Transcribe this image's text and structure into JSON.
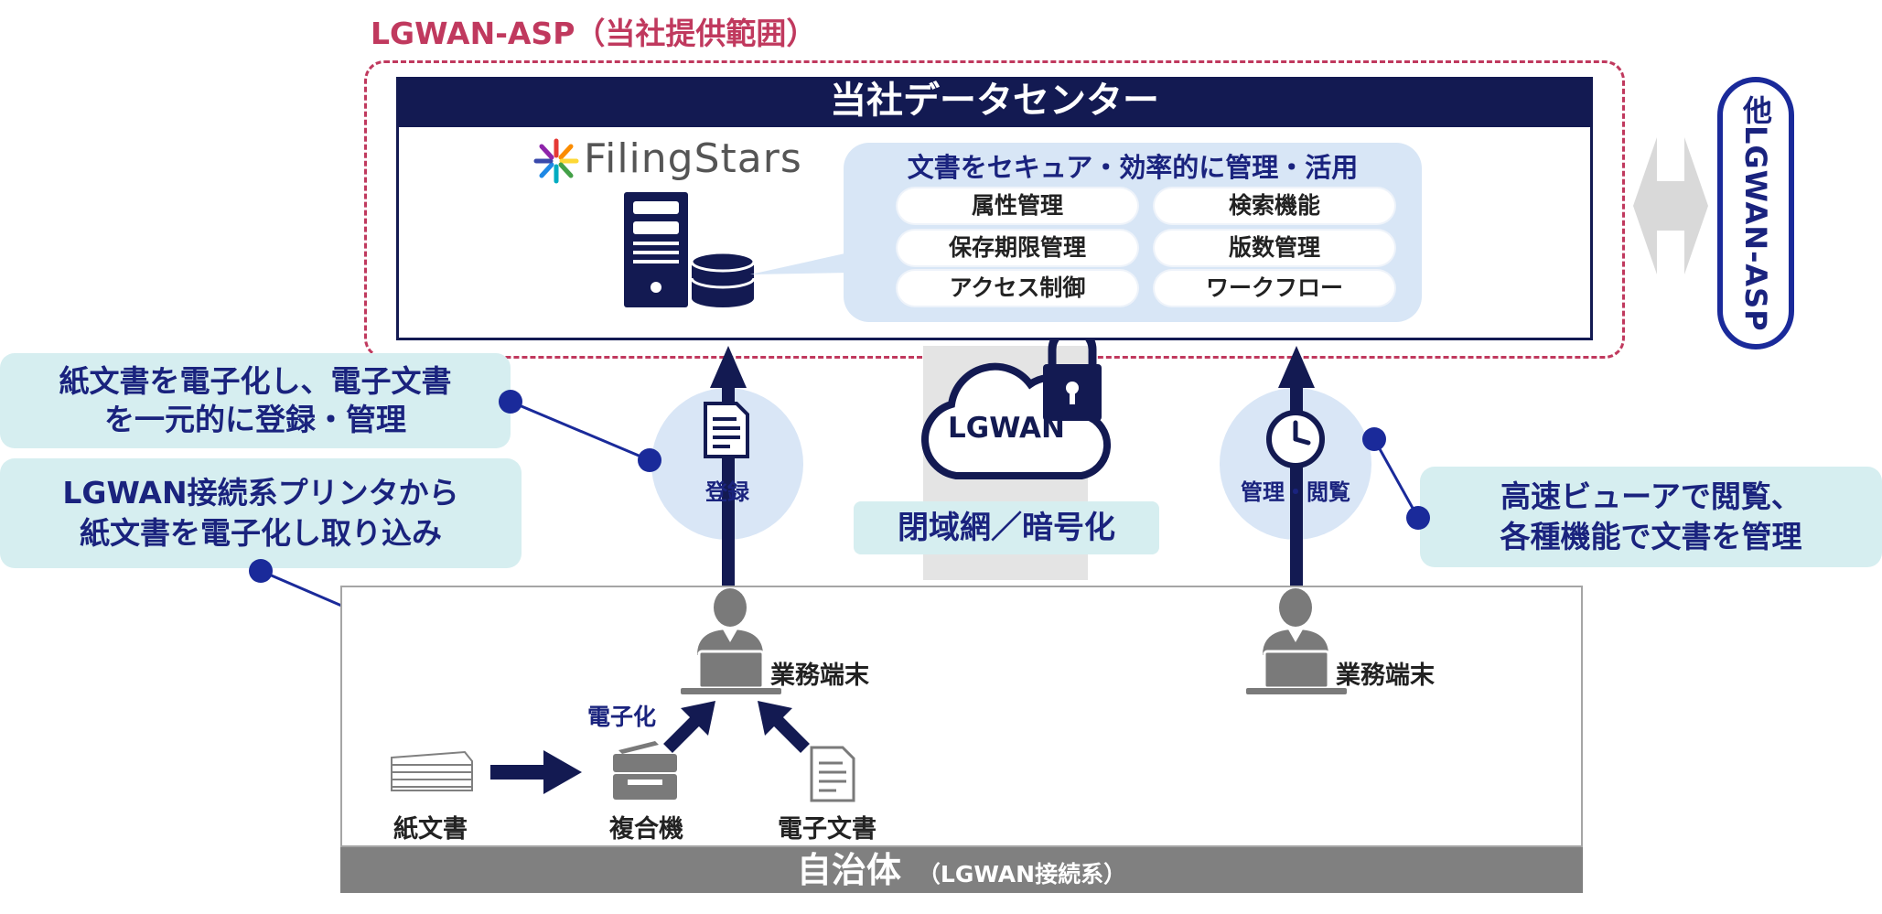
{
  "asp": {
    "title": "LGWAN-ASP（当社提供範囲）"
  },
  "datacenter": {
    "title": "当社データセンター",
    "logo_text": "FilingStars",
    "features_title": "文書をセキュア・効率的に管理・活用",
    "features": [
      "属性管理",
      "検索機能",
      "保存期限管理",
      "版数管理",
      "アクセス制御",
      "ワークフロー"
    ]
  },
  "other_asp": {
    "label": "他LGWAN-ASP"
  },
  "callouts": {
    "digitize_register": [
      "紙文書を電子化し、電子文書",
      "を一元的に登録・管理"
    ],
    "printer": [
      "LGWAN接続系プリンタから",
      "紙文書を電子化し取り込み"
    ],
    "viewer": [
      "高速ビューアで閲覧、",
      "各種機能で文書を管理"
    ]
  },
  "circles": {
    "register": "登録",
    "manage_view": "管理・閲覧"
  },
  "lgwan": {
    "cloud_label": "LGWAN",
    "network_label": "閉域網／暗号化"
  },
  "municipality": {
    "name": "自治体",
    "sub": "（LGWAN接続系）",
    "terminal_label": "業務端末",
    "terminal_label_2": "業務端末",
    "digitize_label": "電子化",
    "paper_label": "紙文書",
    "mfp_label": "複合機",
    "edoc_label": "電子文書"
  },
  "colors": {
    "navy": "#131a52",
    "accent_red": "#c0395e",
    "callout_bg": "#d6eef0",
    "circle_bg": "#d9e6f6",
    "muni_bar": "#808080"
  }
}
